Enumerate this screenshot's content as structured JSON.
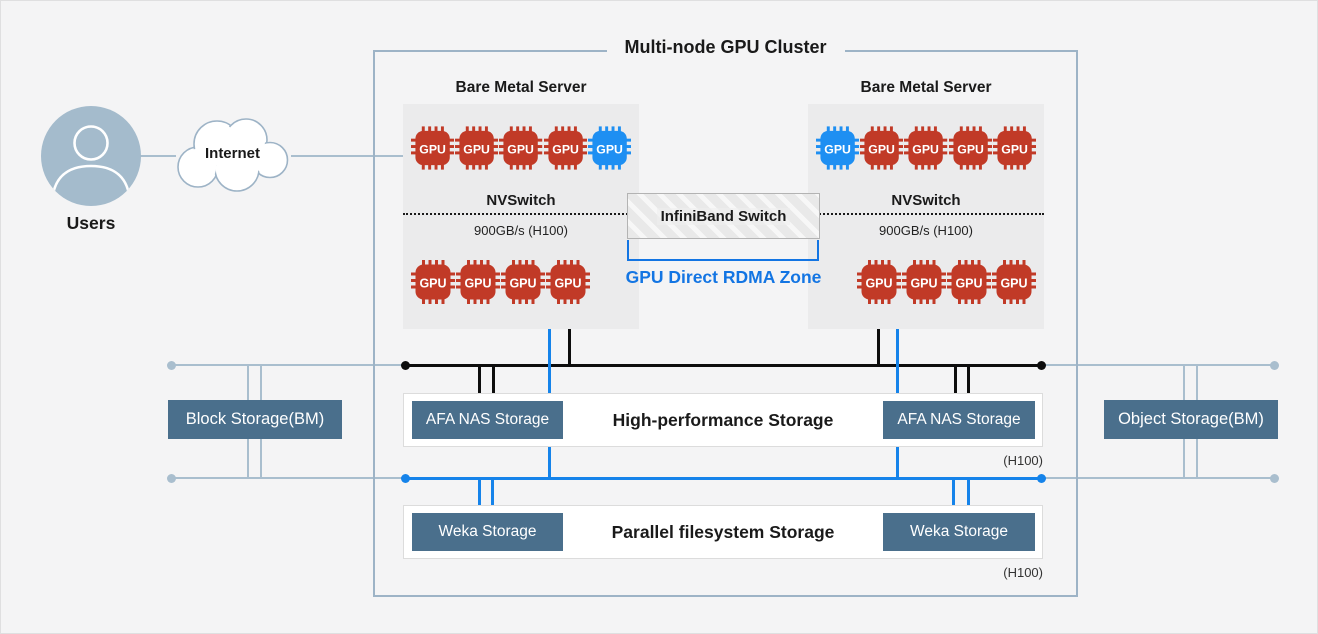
{
  "title": "Multi-node GPU Cluster",
  "left_group": {
    "users_label": "Users",
    "internet_label": "Internet"
  },
  "servers": [
    {
      "label": "Bare Metal Server",
      "nvswitch_label": "NVSwitch",
      "bandwidth": "900GB/s (H100)",
      "gpu_label": "GPU",
      "gpu_rows": [
        [
          "red",
          "red",
          "red",
          "red",
          "blue"
        ],
        [
          "red",
          "red",
          "red",
          "red"
        ]
      ]
    },
    {
      "label": "Bare Metal Server",
      "nvswitch_label": "NVSwitch",
      "bandwidth": "900GB/s (H100)",
      "gpu_label": "GPU",
      "gpu_rows": [
        [
          "blue",
          "red",
          "red",
          "red",
          "red"
        ],
        [
          "red",
          "red",
          "red",
          "red"
        ]
      ]
    }
  ],
  "interconnect": {
    "switch_label": "InfiniBand Switch",
    "rdma_zone_label": "GPU Direct RDMA Zone"
  },
  "storage": {
    "high_performance": {
      "title": "High-performance Storage",
      "left_box": "AFA NAS Storage",
      "right_box": "AFA NAS Storage",
      "note": "(H100)"
    },
    "parallel_fs": {
      "title": "Parallel filesystem Storage",
      "left_box": "Weka Storage",
      "right_box": "Weka Storage",
      "note": "(H100)"
    },
    "block": "Block Storage(BM)",
    "object": "Object Storage(BM)"
  },
  "colors": {
    "gpu_red": "#c13a27",
    "gpu_blue": "#1e8ff2",
    "slate_box": "#4a6f8c",
    "accent_blue": "#1375e3",
    "line_blue": "#1583ea",
    "line_gray": "#a9bece",
    "cluster_border": "#9db3c6",
    "bus_black": "#0d0d0d"
  }
}
